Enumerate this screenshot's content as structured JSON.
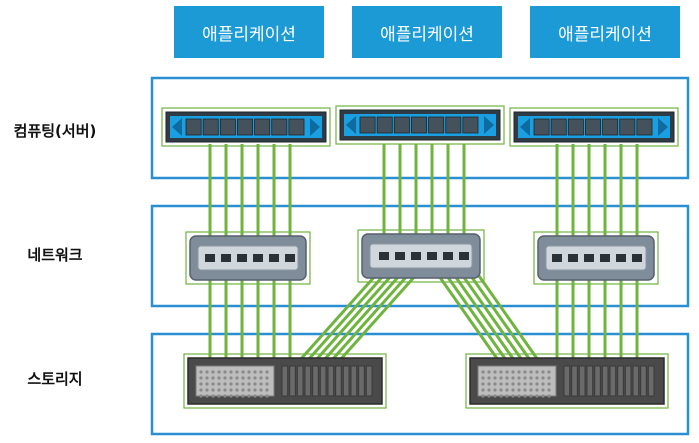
{
  "applications": [
    {
      "label": "애플리케이션"
    },
    {
      "label": "애플리케이션"
    },
    {
      "label": "애플리케이션"
    }
  ],
  "tiers": {
    "compute": {
      "label": "컴퓨팅(서버)"
    },
    "network": {
      "label": "네트워크"
    },
    "storage": {
      "label": "스토리지"
    }
  },
  "colors": {
    "accent_blue": "#1b9ad6",
    "tier_border": "#2a8fd0",
    "link_green": "#6fb43f",
    "server_blue": "#1aa0e0",
    "switch_gray": "#7f8c9a",
    "storage_dark": "#4a4a4a"
  }
}
